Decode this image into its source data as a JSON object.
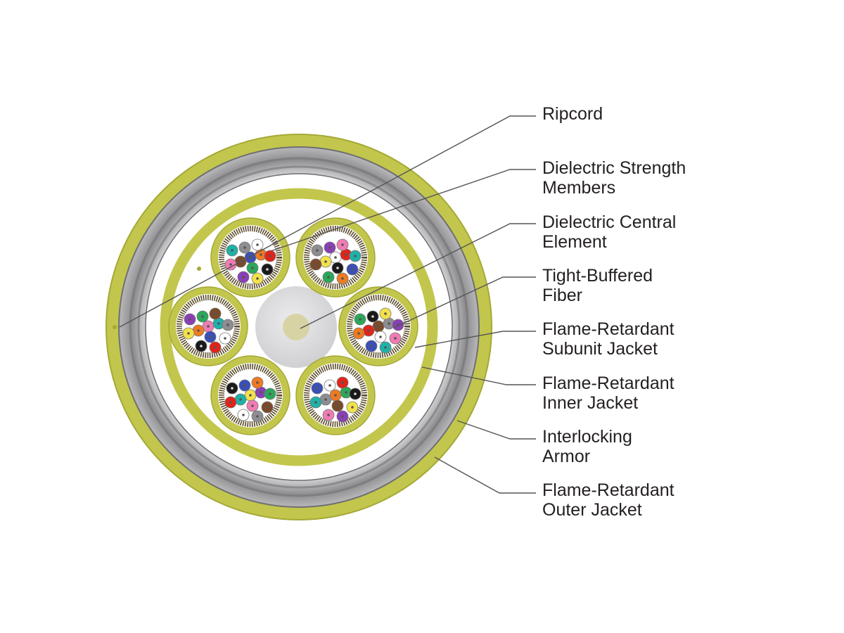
{
  "diagram": {
    "colors": {
      "jacket": "#c2c64c",
      "jacket_dark": "#a5a935",
      "armor": "#a7a7a9",
      "armor_dark": "#6f6f72",
      "inner_fill": "#ffffff",
      "central_element": "#d9d9db",
      "central_core": "#d8d3a5",
      "strength_members": "#5a4a2a",
      "leader_line": "#555555"
    },
    "fiber_colors": [
      "#3a4fb8",
      "#ee7a22",
      "#2aa85a",
      "#7b4a2a",
      "#8e8e92",
      "#ffffff",
      "#e2231a",
      "#1a1a1a",
      "#f2e14a",
      "#8a3fb5",
      "#f07cb4",
      "#1fb1a8"
    ],
    "callouts": [
      {
        "id": "ripcord",
        "lines": [
          "Ripcord"
        ]
      },
      {
        "id": "dielectric-strength-members",
        "lines": [
          "Dielectric Strength",
          "Members"
        ]
      },
      {
        "id": "dielectric-central-element",
        "lines": [
          "Dielectric Central",
          "Element"
        ]
      },
      {
        "id": "tight-buffered-fiber",
        "lines": [
          "Tight-Buffered",
          "Fiber"
        ]
      },
      {
        "id": "flame-retardant-subunit-jacket",
        "lines": [
          "Flame-Retardant",
          "Subunit Jacket"
        ]
      },
      {
        "id": "flame-retardant-inner-jacket",
        "lines": [
          "Flame-Retardant",
          "Inner Jacket"
        ]
      },
      {
        "id": "interlocking-armor",
        "lines": [
          "Interlocking",
          "Armor"
        ]
      },
      {
        "id": "flame-retardant-outer-jacket",
        "lines": [
          "Flame-Retardant",
          "Outer Jacket"
        ]
      }
    ]
  }
}
